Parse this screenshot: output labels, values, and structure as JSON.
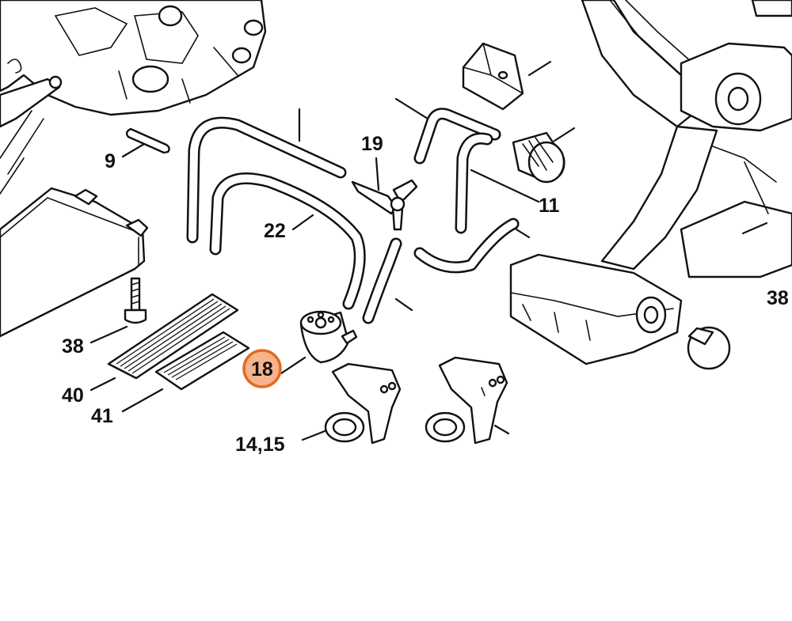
{
  "labels": {
    "l9": "9",
    "l19": "19",
    "l11": "11",
    "l22": "22",
    "l38a": "38",
    "l38b": "38",
    "l40": "40",
    "l41": "41",
    "l18": "18",
    "l1415": "14,15"
  },
  "highlight": {
    "color": "#e36b22",
    "fill": "#f6b48d",
    "part": "18"
  }
}
